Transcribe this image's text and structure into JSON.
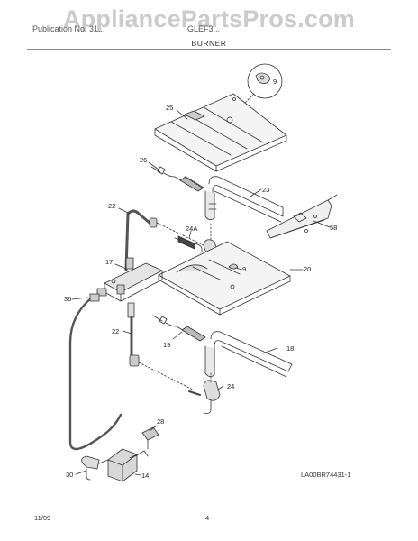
{
  "watermark": "AppliancePartsPros.com",
  "header": {
    "publication": "Publication No. 31...",
    "model": "GLEF3...",
    "section": "BURNER"
  },
  "callouts": {
    "c9a": "9",
    "c25": "25",
    "c26": "26",
    "c23": "23",
    "c58": "58",
    "c22a": "22",
    "c24a": "24A",
    "c17": "17",
    "c9b": "9",
    "c20": "20",
    "c36": "36",
    "c22b": "22",
    "c19": "19",
    "c18": "18",
    "c24": "24",
    "c28": "28",
    "c30": "30",
    "c14": "14"
  },
  "diagram_code": "LA00BR74431-1",
  "footer": {
    "date": "11/09",
    "page": "4"
  }
}
